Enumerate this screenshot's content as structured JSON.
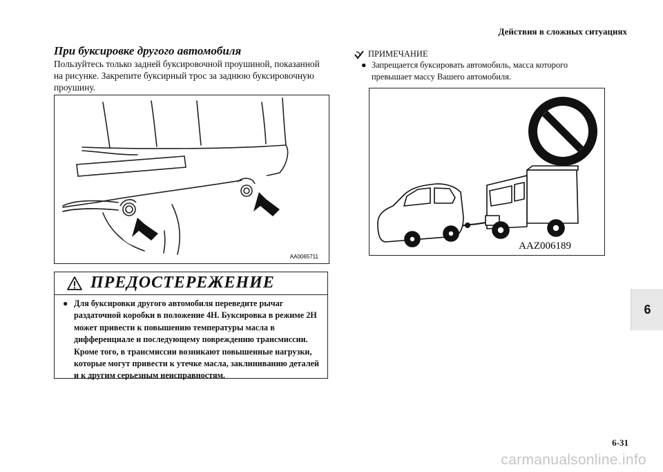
{
  "header": {
    "section": "Действия в сложных ситуациях"
  },
  "towing": {
    "title": "При буксировке другого автомобиля",
    "body": "Пользуйтесь только задней буксировочной проушиной, показанной на рисунке. Закрепите буксирный трос за заднюю буксировочную проушину."
  },
  "figure1": {
    "code": "AA0065711"
  },
  "warning": {
    "title": "ПРЕДОСТЕРЕЖЕНИЕ",
    "bullet": "●",
    "text": "Для буксировки другого автомобиля переведите рычаг раздаточной коробки в положение 4H. Буксировка в режиме 2H может привести к повышению температуры масла в дифференциале и последующему повреждению трансмиссии. Кроме того, в трансмиссии возникают повышенные нагрузки, которые могут привести к утечке масла, заклиниванию деталей и к другим серьезным неисправностям."
  },
  "note": {
    "title": "ПРИМЕЧАНИЕ",
    "bullet": "●",
    "text": "Запрещается буксировать автомобиль, масса которого превышает массу Вашего автомобиля."
  },
  "figure2": {
    "code": "AAZ006189"
  },
  "side_tab": {
    "label": "6"
  },
  "footer": {
    "page_number": "6-31"
  },
  "watermark": {
    "text": "carmanualsonline.info"
  }
}
